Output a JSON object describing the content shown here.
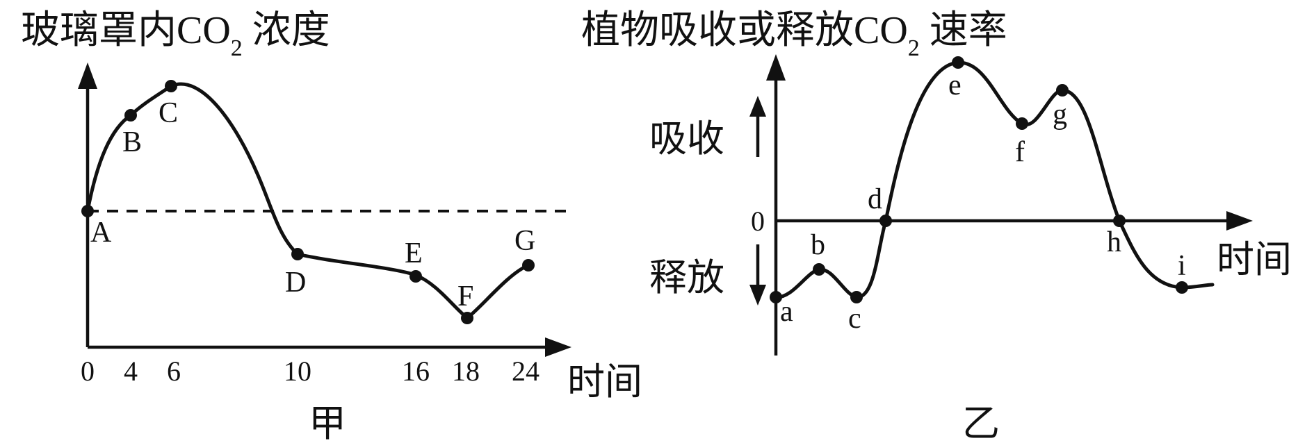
{
  "left": {
    "title_prefix": "玻璃罩内CO",
    "title_sub": "2",
    "title_suffix": " 浓度",
    "x_ticks": [
      "0",
      "4",
      "6",
      "10",
      "16",
      "18",
      "24"
    ],
    "x_label": "时间",
    "caption": "甲",
    "points": [
      {
        "label": "A",
        "t": 0
      },
      {
        "label": "B",
        "t": 4
      },
      {
        "label": "C",
        "t": 6
      },
      {
        "label": "D",
        "t": 10
      },
      {
        "label": "E",
        "t": 16
      },
      {
        "label": "F",
        "t": 18
      },
      {
        "label": "G",
        "t": 24
      }
    ]
  },
  "right": {
    "title_prefix": "植物吸收或释放CO",
    "title_sub": "2",
    "title_suffix": " 速率",
    "y_label_up": "吸收",
    "y_label_down": "释放",
    "zero_label": "0",
    "x_label": "时间",
    "caption": "乙",
    "points": [
      "a",
      "b",
      "c",
      "d",
      "e",
      "f",
      "g",
      "h",
      "i"
    ]
  },
  "colors": {
    "ink": "#111111",
    "background": "#ffffff"
  }
}
